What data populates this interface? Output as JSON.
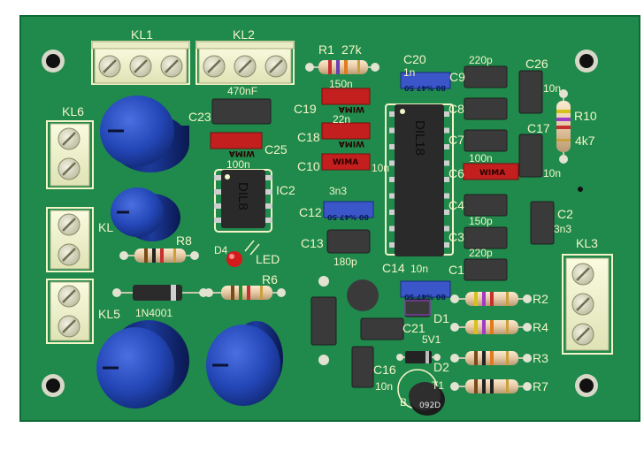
{
  "board": {
    "connectors": {
      "kl1": "KL1",
      "kl2": "KL2",
      "kl3": "KL3",
      "kl4_partial": "KL",
      "kl5": "KL5",
      "kl6": "KL6"
    },
    "ic": {
      "dil8_text": "DIL8",
      "dil18_text": "DIL18",
      "ic2": "IC2",
      "transistor_marking": "092D",
      "transistor_partial": "T1",
      "b_pin": "B"
    },
    "resistors": {
      "r1": "R1",
      "r1_value": "27k",
      "r2": "R2",
      "r3": "R3",
      "r4": "R4",
      "r6": "R6",
      "r7": "R7",
      "r8": "R8",
      "r10": "R10",
      "r10_value": "4k7"
    },
    "capacitors": {
      "c1": "C1",
      "c2": "C2",
      "c2_value": "3n3",
      "c3_partial": "C3",
      "c4": "C4",
      "c6_partial": "C6",
      "c7": "C7",
      "c8": "C8",
      "c9_partial": "C9",
      "c10": "C10",
      "c10_value": "10n",
      "c12": "C12",
      "c12_value": "3n3",
      "c13": "C13",
      "c13_value": "180p",
      "c14": "C14",
      "c14_value": "10n",
      "c16": "C16",
      "c16_value": "10n",
      "c17": "C17",
      "c17_value": "10n",
      "c18": "C18",
      "c18_value": "22n",
      "c19": "C19",
      "c19_value": "150n",
      "c20": "C20",
      "c20_value": "1n",
      "c21": "C21",
      "c23": "C23",
      "c23_value": "470nF",
      "c25": "C25",
      "c25_value": "100n",
      "c26": "C26",
      "c26_value": "10n",
      "c9_value": "220p",
      "c7_value": "100n",
      "c3_value": "150p",
      "c1_value": "220p"
    },
    "diodes": {
      "d1": "D1",
      "d2": "D2",
      "d2_value": "5V1",
      "d4": "D4",
      "led": "LED",
      "diode_part": "1N4001"
    },
    "markings": {
      "wima": "WIMA",
      "blue_small": "80 %47 50",
      "blue_c12": "80 %47 50"
    },
    "colors": {
      "board": "#1f8a4c",
      "silk": "#f4f4c8",
      "elcap": "#1f3fae"
    }
  }
}
